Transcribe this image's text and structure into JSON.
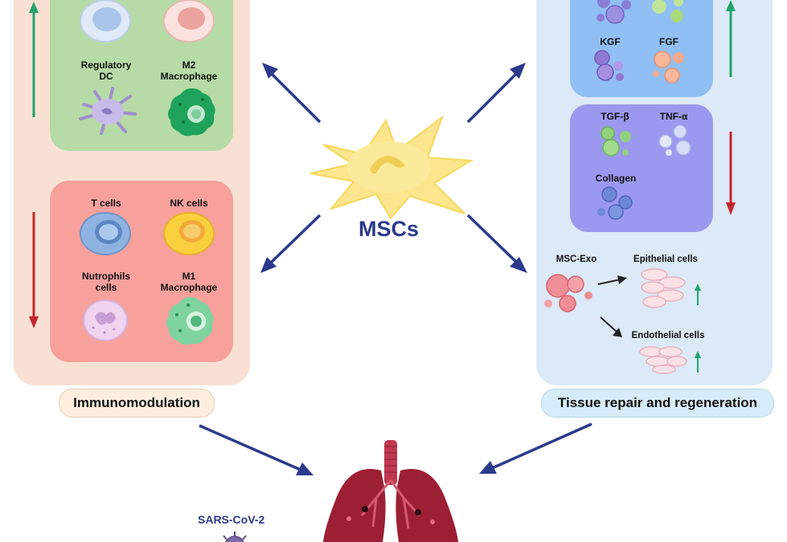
{
  "center": {
    "label": "MSCs",
    "color": "#2b3a8c"
  },
  "left_panel": {
    "title": "Immunomodulation",
    "up_group": {
      "trend": "up",
      "cells": [
        {
          "label": "Regulatory\nDC",
          "icon": "dendritic-cell-icon"
        },
        {
          "label": "M2\nMacrophage",
          "icon": "m2-macrophage-icon"
        }
      ]
    },
    "down_group": {
      "trend": "down",
      "cells": [
        {
          "label": "T cells",
          "icon": "t-cell-icon"
        },
        {
          "label": "NK cells",
          "icon": "nk-cell-icon"
        },
        {
          "label": "Nutrophils\ncells",
          "icon": "neutrophil-icon"
        },
        {
          "label": "M1\nMacrophage",
          "icon": "m1-macrophage-icon"
        }
      ]
    }
  },
  "right_panel": {
    "title": "Tissue repair and regeneration",
    "up_group": {
      "trend": "up",
      "factors": [
        "KGF",
        "FGF"
      ]
    },
    "down_group": {
      "trend": "down",
      "factors": [
        "TGF-β",
        "TNF-α",
        "Collagen"
      ]
    },
    "exosomes": {
      "source": "MSC-Exo",
      "targets": [
        "Epithelial cells",
        "Endothelial cells"
      ]
    }
  },
  "bottom": {
    "virus_label": "SARS-CoV-2",
    "organ": "lungs-icon"
  },
  "colors": {
    "arrow": "#2b3a8c",
    "up": "#22a36a",
    "down": "#c4262e"
  }
}
